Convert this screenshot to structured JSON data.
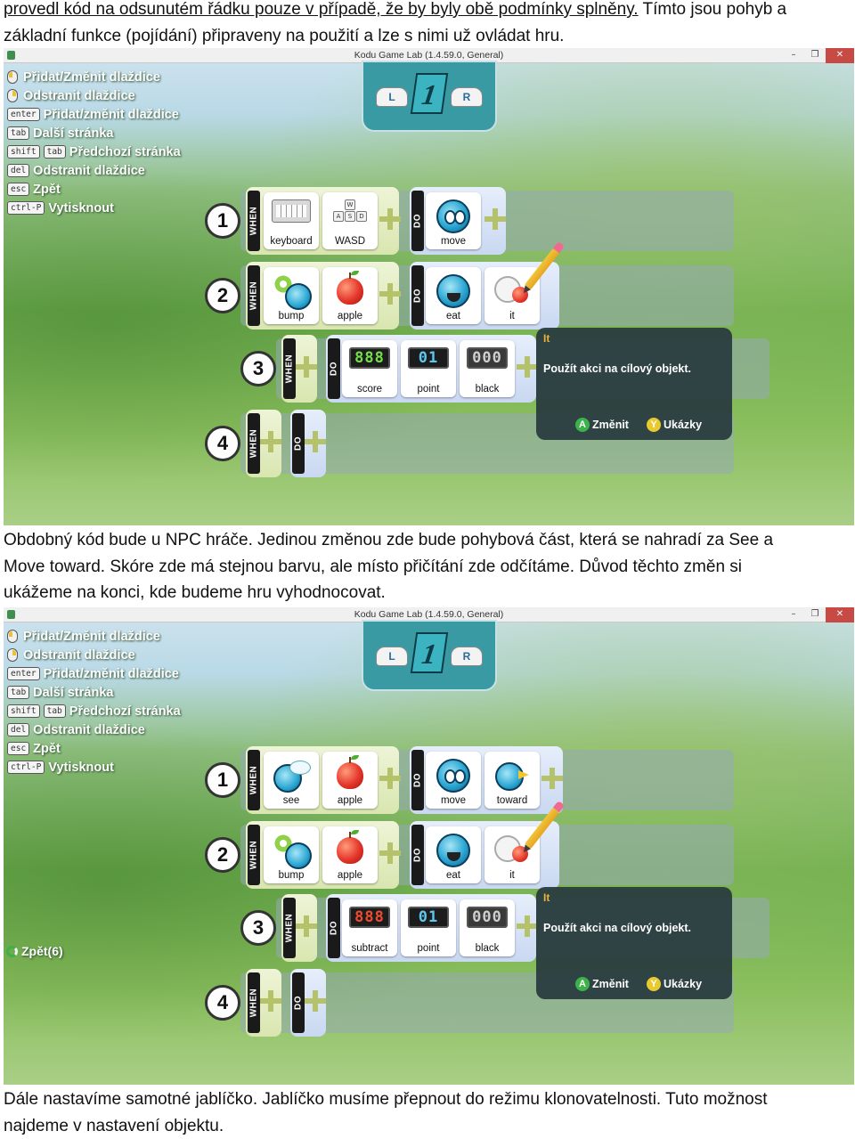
{
  "text": {
    "p1_underlined": "provedl kód na odsunutém řádku pouze v případě, že by byly obě podmínky splněny.",
    "p1_rest": "Tímto jsou pohyb a",
    "p1_line2": "základní funkce (pojídání) připraveny na použití a lze s nimi už ovládat hru.",
    "p2_line1": "Obdobný kód bude u NPC hráče. Jedinou změnou zde bude pohybová část, která se nahradí za See a",
    "p2_line2": "Move toward. Skóre zde má stejnou barvu, ale místo přičítání zde odčítáme. Důvod těchto změn si",
    "p2_line3": "ukážeme na konci, kde budeme hru vyhodnocovat.",
    "p3_line1": "Dále nastavíme samotné jablíčko. Jablíčko musíme přepnout do režimu klonovatelnosti. Tuto možnost",
    "p3_line2": "najdeme v nastavení objektu."
  },
  "window": {
    "title": "Kodu Game Lab (1.4.59.0, General)",
    "minimize": "–",
    "maximize": "❐",
    "close": "✕"
  },
  "help": {
    "add_change": "Přidat/Změnit dlaždice",
    "remove": "Odstranit dlaždice",
    "enter_key": "enter",
    "add_change2": "Přidat/změnit dlaždice",
    "tab_key": "tab",
    "next_page": "Další stránka",
    "shift_key": "shift",
    "prev_page": "Předchozí stránka",
    "del_key": "del",
    "remove2": "Odstranit dlaždice",
    "esc_key": "esc",
    "back": "Zpět",
    "ctrlp_key": "ctrl-P",
    "print": "Vytisknout"
  },
  "page_selector": {
    "l": "L",
    "r": "R",
    "page": "1"
  },
  "labels": {
    "when": "WHEN",
    "do": "DO"
  },
  "shot1": {
    "rules": [
      {
        "num": "1",
        "when": [
          "keyboard",
          "WASD"
        ],
        "do": [
          "move"
        ]
      },
      {
        "num": "2",
        "when": [
          "bump",
          "apple"
        ],
        "do": [
          "eat",
          "it"
        ]
      },
      {
        "num": "3",
        "when": [],
        "do": [
          "score",
          "point",
          "black"
        ]
      },
      {
        "num": "4",
        "when": [],
        "do": []
      }
    ]
  },
  "shot2": {
    "rules": [
      {
        "num": "1",
        "when": [
          "see",
          "apple"
        ],
        "do": [
          "move",
          "toward"
        ]
      },
      {
        "num": "2",
        "when": [
          "bump",
          "apple"
        ],
        "do": [
          "eat",
          "it"
        ]
      },
      {
        "num": "3",
        "when": [],
        "do": [
          "subtract",
          "point",
          "black"
        ]
      },
      {
        "num": "4",
        "when": [],
        "do": []
      }
    ],
    "back_hint": "Zpět(6)"
  },
  "glyphs": {
    "wasd_w": "W",
    "wasd_a": "A",
    "wasd_s": "S",
    "wasd_d": "D",
    "score_digits": "888",
    "point_digits": "01",
    "black_digits": "000"
  },
  "popup": {
    "title": "It",
    "description": "Použít akci na cílový objekt.",
    "a_key": "A",
    "change": "Změnit",
    "y_key": "Y",
    "examples": "Ukázky"
  }
}
